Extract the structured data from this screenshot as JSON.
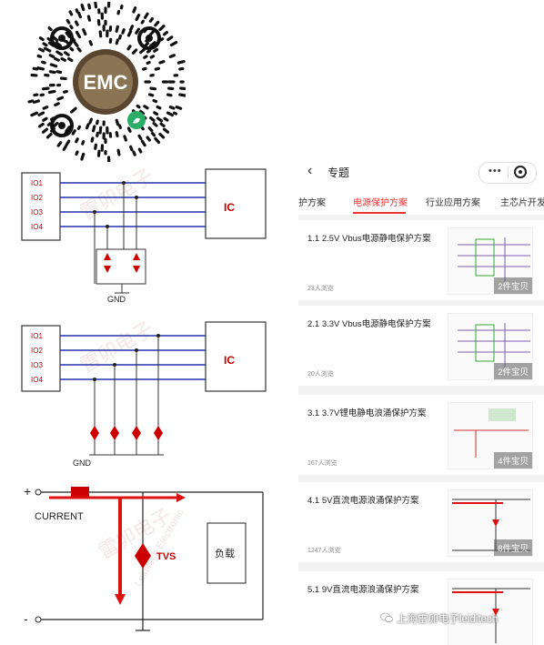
{
  "qr": {
    "center_text": "EMC",
    "icon": "mini-program-icon"
  },
  "diagrams": {
    "io_labels": [
      "IO1",
      "IO2",
      "IO3",
      "IO4"
    ],
    "ic_label": "IC",
    "gnd_label": "GND",
    "current_label": "CURRENT",
    "tvs_label": "TVS",
    "load_label": "负载",
    "plus_label": "+",
    "minus_label": "-",
    "watermark_cn": "雷卯电子",
    "watermark_en": "Leiditech Electronic"
  },
  "app": {
    "back_icon": "chevron-left-icon",
    "title": "专题",
    "capsule_dots": "•••",
    "capsule_target_icon": "target-icon",
    "tabs": [
      {
        "label": "护方案",
        "active": false
      },
      {
        "label": "电源保护方案",
        "active": true
      },
      {
        "label": "行业应用方案",
        "active": false
      },
      {
        "label": "主芯片开发",
        "active": false
      }
    ],
    "cards": [
      {
        "title": "1.1 2.5V Vbus电源静电保护方案",
        "views": "23人浏览",
        "badge": "2件宝贝"
      },
      {
        "title": "2.1 3.3V Vbus电源静电保护方案",
        "views": "20人浏览",
        "badge": "2件宝贝"
      },
      {
        "title": "3.1 3.7V锂电静电浪涌保护方案",
        "views": "167人浏览",
        "badge": "4件宝贝"
      },
      {
        "title": "4.1 5V直流电源浪涌保护方案",
        "views": "1247人浏览",
        "badge": "8件宝贝"
      },
      {
        "title": "5.1 9V直流电源浪涌保护方案",
        "views": "",
        "badge": ""
      }
    ]
  },
  "footer": {
    "wechat_text": "上海雷卯电子leiditech",
    "wechat_icon": "wechat-icon"
  },
  "colors": {
    "accent": "#e33333",
    "wire_blue": "#2233aa",
    "red": "#cc0000"
  }
}
